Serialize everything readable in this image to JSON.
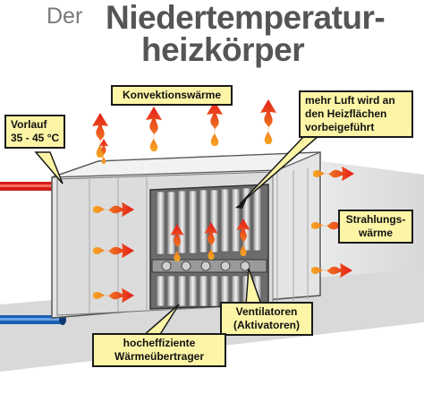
{
  "title": {
    "prefix": "Der",
    "line1": "Niedertemperatur-",
    "line2": "heizkörper"
  },
  "labels": {
    "convection": "Konvektionswärme",
    "more_air_1": "mehr Luft wird an",
    "more_air_2": "den Heizflächen",
    "more_air_3": "vorbeigeführt",
    "flow_1": "Vorlauf",
    "flow_2": "35 - 45 °C",
    "radiation_1": "Strahlungs-",
    "radiation_2": "wärme",
    "fans_1": "Ventilatoren",
    "fans_2": "(Aktivatoren)",
    "exchanger_1": "hocheffiziente",
    "exchanger_2": "Wärmeübertrager"
  },
  "colors": {
    "arrow_red": "#e8221b",
    "arrow_orange": "#f39c1f",
    "label_fill": "#fdf5a6",
    "pipe_red": "#d01e1e",
    "pipe_blue": "#1b5fb3",
    "radiator_body": "#e2e2e2"
  }
}
